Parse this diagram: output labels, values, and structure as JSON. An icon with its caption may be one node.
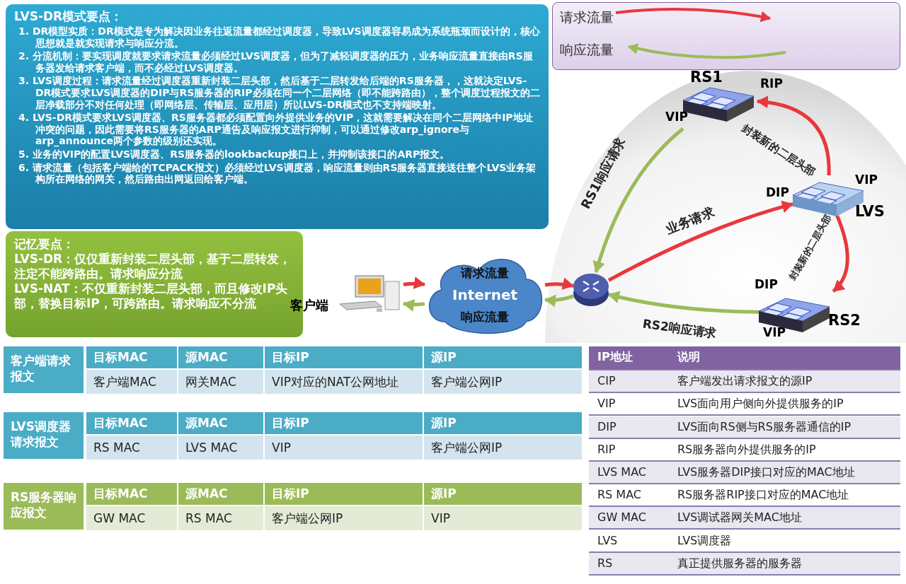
{
  "diagram": {
    "nodes": [
      {
        "text": [
          "LVS-DR模式要点：",
          "1. DR模型实质：DR模式是专为解决因业务往返流量都经过调度器，导致LVS调度器容易成为系统瓶颈而设计的，核心思想就是就实现请求与响应分流。",
          "2. 分流机制：要实现调度就要求请求流量必须经过LVS调度器，但为了减轻调度器的压力，业务响应流量直接由RS服务器发给请求客户端，而不必经过LVS调度器。",
          "3. LVS调度过程：请求流量经过调度器重新封装二层头部，然后基于二层转发给后端的RS服务器，，这就决定LVS-DR模式要求LVS调度器的DIP与RS服务器的RIP必须在同一个二层网络（即不能跨路由），整个调度过程报文的二层净载部分不对任何处理（即网络层、传输层、应用层）所以LVS-DR模式也不支持端映射。",
          "4. LVS-DR模式要求LVS调度器、RS服务器都必须配置向外提供业务的VIP，这就需要解决在同个二层网络中IP地址冲突的问题，因此需要将RS服务器的ARP通告及响应报文进行抑制，可以通过修改arp_ignore与arp_announce两个参数的级别还实现。",
          "5. 业务的VIP的配置LVS调度器、RS服务器的lookbackup接口上，并抑制该接口的ARP报文。",
          "6. 请求流量（包括客户端给的TCPACK报文）必须经过LVS调度器，响应流量则由RS服务器直接送往整个LVS业务架构所在网络的网关，然后路由出网返回给客户端。"
        ]
      },
      {
        "text": [
          "记忆要点：",
          "LVS-DR：仅仅重新封装二层头部，基于二层转发，注定不能跨路由。请求响应分流",
          "LVS-NAT：不仅重新封装二层头部，而且修改IP头部，替换目标IP，可跨路由。请求响应不分流"
        ]
      },
      {
        "text": [
          "客户端"
        ]
      },
      {
        "text": [
          "请求流量",
          "Internet",
          "响应流量"
        ]
      },
      {
        "text": [],
        "shape": "picture"
      },
      {
        "text": [
          "RS1"
        ],
        "beside": [
          "RIP",
          "VIP"
        ]
      },
      {
        "text": [
          "LVS"
        ],
        "beside": [
          "VIP",
          "DIP"
        ]
      },
      {
        "text": [
          "RS2"
        ],
        "beside": [
          "DIP",
          "VIP"
        ]
      }
    ],
    "edges": [
      {
        "from": 2,
        "to": 3,
        "arrow": "to",
        "color": "#e8383d"
      },
      {
        "from": 3,
        "to": 4,
        "arrow": "to",
        "color": "#e8383d"
      },
      {
        "from": 4,
        "to": 3,
        "arrow": "to",
        "color": "#9bbb59"
      },
      {
        "from": 3,
        "to": 2,
        "arrow": "to",
        "color": "#9bbb59"
      },
      {
        "from": 4,
        "to": 6,
        "arrow": "to",
        "label": "业务请求",
        "color": "#e8383d"
      },
      {
        "from": 6,
        "to": 5,
        "arrow": "to",
        "label": "封装新的二层头部",
        "color": "#e8383d"
      },
      {
        "from": 6,
        "to": 7,
        "arrow": "to",
        "label": "封装新的二层头部",
        "color": "#e8383d"
      },
      {
        "from": 5,
        "to": 4,
        "arrow": "to",
        "label": "RS1响应请求",
        "color": "#9bbb59"
      },
      {
        "from": 7,
        "to": 4,
        "arrow": "to",
        "label": "RS2响应请求",
        "color": "#9bbb59"
      }
    ],
    "labels": [
      "客户端请求报文",
      "目标MAC",
      "源MAC",
      "目标IP",
      "源IP",
      "客户端MAC",
      "网关MAC",
      "VIP对应的NAT公网地址",
      "客户端公网IP",
      "LVS调度器请求报文",
      "目标MAC",
      "源MAC",
      "目标IP",
      "源IP",
      "RS MAC",
      "LVS MAC",
      "VIP",
      "客户端公网IP",
      "RS服务器响应报文",
      "目标MAC",
      "源MAC",
      "目标IP",
      "源IP",
      "GW MAC",
      "RS MAC",
      "客户端公网IP",
      "VIP",
      "IP地址",
      "说明",
      "CIP",
      "客户端发出请求报文的源IP",
      "VIP",
      "LVS面向用户侧向外提供服务的IP",
      "DIP",
      "LVS面向RS侧与RS服务器通信的IP",
      "RIP",
      "RS服务器向外提供服务的IP",
      "LVS MAC",
      "LVS服务器DIP接口对应的MAC地址",
      "RS MAC",
      "RS服务器RIP接口对应的MAC地址",
      "GW MAC",
      "LVS调试器网关MAC地址",
      "LVS",
      "LVS调度器",
      "RS",
      "真正提供服务器的服务器"
    ],
    "legend": [
      {
        "text": "请求流量"
      },
      {
        "text": "响应流量"
      }
    ]
  }
}
